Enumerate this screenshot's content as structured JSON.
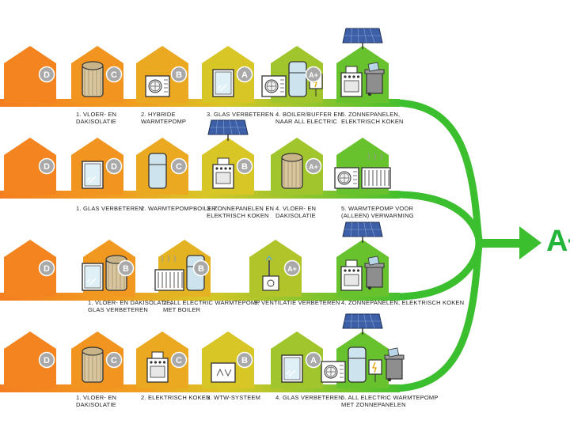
{
  "target_label": "A+",
  "colors": {
    "orange": "#f47d20",
    "yellow": "#e3c422",
    "green": "#3cbf2e",
    "badge": "#a9a9a9",
    "panel": "#3d5fa8"
  },
  "rows": [
    {
      "steps": [
        {
          "badge": "D",
          "label": []
        },
        {
          "badge": "C",
          "icons": [
            "insulation-roll-icon"
          ],
          "label": [
            "1. VLOER- EN",
            "DAKISOLATIE"
          ]
        },
        {
          "badge": "B",
          "icons": [
            "heat-pump-unit-icon"
          ],
          "label": [
            "2. HYBRIDE",
            "WARMTEPOMP"
          ]
        },
        {
          "badge": "A",
          "icons": [
            "window-icon"
          ],
          "label": [
            "3. GLAS VERBETEREN"
          ]
        },
        {
          "badge": "A+",
          "icons": [
            "heat-pump-unit-icon",
            "boiler-tank-icon",
            "electric-boiler-icon"
          ],
          "label": [
            "4. BOILER/BUFFER EN",
            "NAAR ALL ELECTRIC"
          ]
        },
        {
          "badge": "",
          "icons": [
            "solar-panel-icon",
            "electric-stove-icon",
            "waste-bin-icon"
          ],
          "label": [
            "5. ZONNEPANELEN,",
            "ELEKTRISCH KOKEN"
          ]
        }
      ]
    },
    {
      "steps": [
        {
          "badge": "D",
          "label": []
        },
        {
          "badge": "D",
          "icons": [
            "window-icon"
          ],
          "label": [
            "1. GLAS VERBETEREN"
          ]
        },
        {
          "badge": "C",
          "icons": [
            "boiler-tank-icon"
          ],
          "label": [
            "2. WARMTEPOMPBOILER"
          ]
        },
        {
          "badge": "B",
          "icons": [
            "solar-panel-icon",
            "electric-stove-icon"
          ],
          "label": [
            "3. ZONNEPANELEN EN",
            "ELEKTRISCH KOKEN"
          ]
        },
        {
          "badge": "A+",
          "icons": [
            "insulation-roll-icon"
          ],
          "label": [
            "4. VLOER- EN",
            "DAKISOLATIE"
          ]
        },
        {
          "badge": "",
          "icons": [
            "heat-pump-unit-icon",
            "radiator-icon"
          ],
          "label": [
            "5. WARMTEPOMP VOOR",
            "(ALLEEN) VERWARMING"
          ]
        }
      ]
    },
    {
      "steps": [
        {
          "badge": "D",
          "label": []
        },
        {
          "badge": "B",
          "icons": [
            "window-icon",
            "insulation-roll-icon"
          ],
          "label": [
            "1. VLOER- EN DAKISOLATIE,",
            "GLAS VERBETEREN"
          ]
        },
        {
          "badge": "B",
          "icons": [
            "radiator-icon",
            "boiler-tank-icon"
          ],
          "label": [
            "2. ALL ELECTRIC WARMTEPOMP",
            "MET BOILER"
          ]
        },
        {
          "badge": "A+",
          "icons": [
            "ventilation-unit-icon"
          ],
          "label": [
            "3. VENTILATIE VERBETEREN"
          ]
        },
        {
          "badge": "",
          "icons": [
            "solar-panel-icon",
            "electric-stove-icon",
            "waste-bin-icon"
          ],
          "label": [
            "4. ZONNEPANELEN, ELEKTRISCH KOKEN"
          ]
        }
      ]
    },
    {
      "steps": [
        {
          "badge": "D",
          "label": []
        },
        {
          "badge": "C",
          "icons": [
            "insulation-roll-icon"
          ],
          "label": [
            "1. VLOER- EN",
            "DAKISOLATIE"
          ]
        },
        {
          "badge": "C",
          "icons": [
            "electric-stove-icon"
          ],
          "label": [
            "2. ELEKTRISCH KOKEN"
          ]
        },
        {
          "badge": "B",
          "icons": [
            "wtw-unit-icon"
          ],
          "label": [
            "3. WTW-SYSTEEM"
          ]
        },
        {
          "badge": "A",
          "icons": [
            "window-icon"
          ],
          "label": [
            "4. GLAS VERBETEREN"
          ]
        },
        {
          "badge": "",
          "icons": [
            "solar-panel-icon",
            "heat-pump-unit-icon",
            "boiler-tank-icon",
            "electric-boiler-icon",
            "waste-bin-icon"
          ],
          "label": [
            "5. ALL ELECTRIC WARMTEPOMP",
            "MET ZONNEPANELEN"
          ]
        }
      ]
    }
  ]
}
